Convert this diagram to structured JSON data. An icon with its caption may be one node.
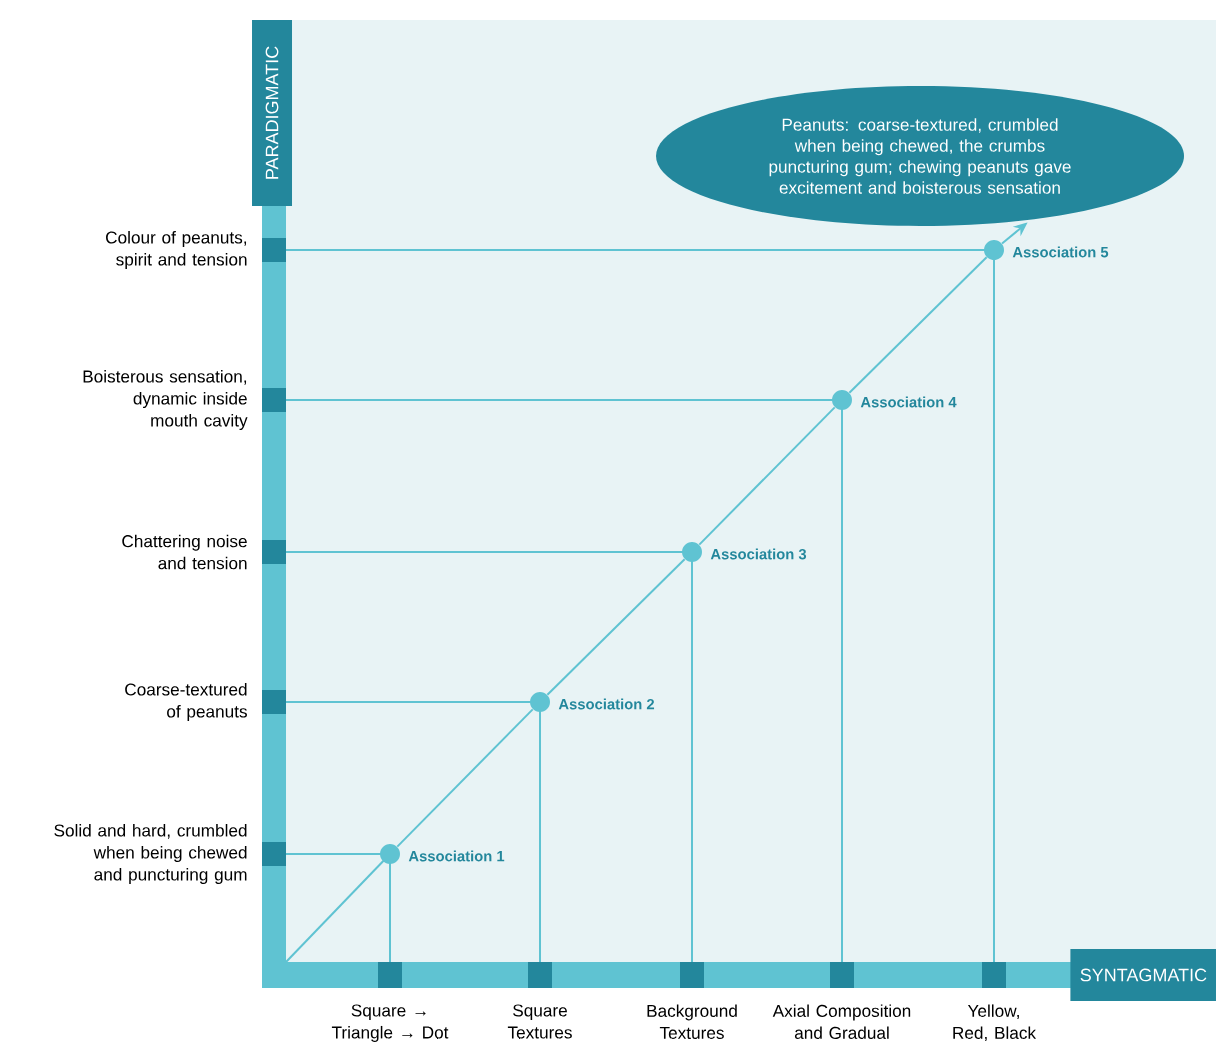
{
  "diagram": {
    "nodes": [
      {
        "text": [
          "Peanuts: coarse-textured, crumbled when being chewed, the crumbs puncturing gum; chewing peanuts gave excitement and boisterous sensation"
        ]
      },
      {
        "text": [],
        "shape": "circle",
        "beside": [
          "Association 1"
        ]
      },
      {
        "text": [],
        "shape": "circle",
        "beside": [
          "Association 2"
        ]
      },
      {
        "text": [],
        "shape": "circle",
        "beside": [
          "Association 3"
        ]
      },
      {
        "text": [],
        "shape": "circle",
        "beside": [
          "Association 4"
        ]
      },
      {
        "text": [],
        "shape": "circle",
        "beside": [
          "Association 5"
        ]
      }
    ],
    "edges": [
      {
        "from": 1,
        "to": 2,
        "arrow": "none"
      },
      {
        "from": 2,
        "to": 3,
        "arrow": "none"
      },
      {
        "from": 3,
        "to": 4,
        "arrow": "none"
      },
      {
        "from": 4,
        "to": 5,
        "arrow": "none"
      },
      {
        "from": 5,
        "to": 0,
        "arrow": "to"
      }
    ],
    "labels": [
      "PARADIGMATIC",
      "Colour of peanuts, spirit and tension",
      "Boisterous sensation, dynamic inside mouth cavity",
      "Chattering noise and tension",
      "Coarse-textured of peanuts",
      "Solid and hard, crumbled when being chewed and puncturing gum",
      "Square → Triangle → Dot",
      "Square Textures",
      "Background Textures",
      "Axial Composition and Gradual",
      "Yellow, Red, Black",
      "SYNTAGMATIC"
    ]
  }
}
